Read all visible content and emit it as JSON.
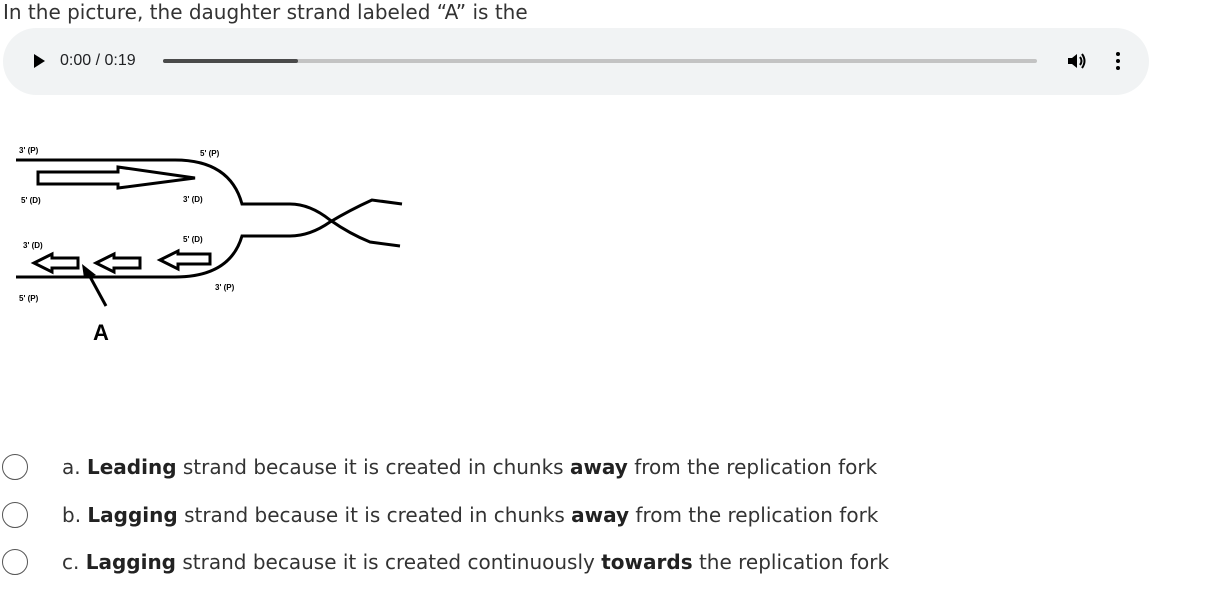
{
  "question": "In the picture, the daughter strand labeled “A” is the",
  "audio": {
    "time": "0:00 / 0:19",
    "progress_fraction": 0.155,
    "icons": {
      "play": "play-icon",
      "volume": "volume-icon",
      "more": "more-vert-icon"
    }
  },
  "diagram": {
    "labels": {
      "top_left": "3' (P)",
      "top_right": "5' (P)",
      "mid_left": "5' (D)",
      "mid_right": "3' (D)",
      "lower_left": "3' (D)",
      "lower_right": "5' (D)",
      "bottom_left": "5' (P)",
      "bottom_right": "3' (P)",
      "pointer": "A"
    }
  },
  "options": [
    {
      "prefix": "a. ",
      "b1": "Leading",
      "m1": " strand because it is created in chunks ",
      "b2": "away",
      "m2": " from the replication fork"
    },
    {
      "prefix": "b. ",
      "b1": "Lagging",
      "m1": " strand because it is created in chunks ",
      "b2": "away",
      "m2": " from the replication fork"
    },
    {
      "prefix": "c. ",
      "b1": "Lagging",
      "m1": " strand because it is created continuously ",
      "b2": "towards",
      "m2": " the replication fork"
    }
  ]
}
